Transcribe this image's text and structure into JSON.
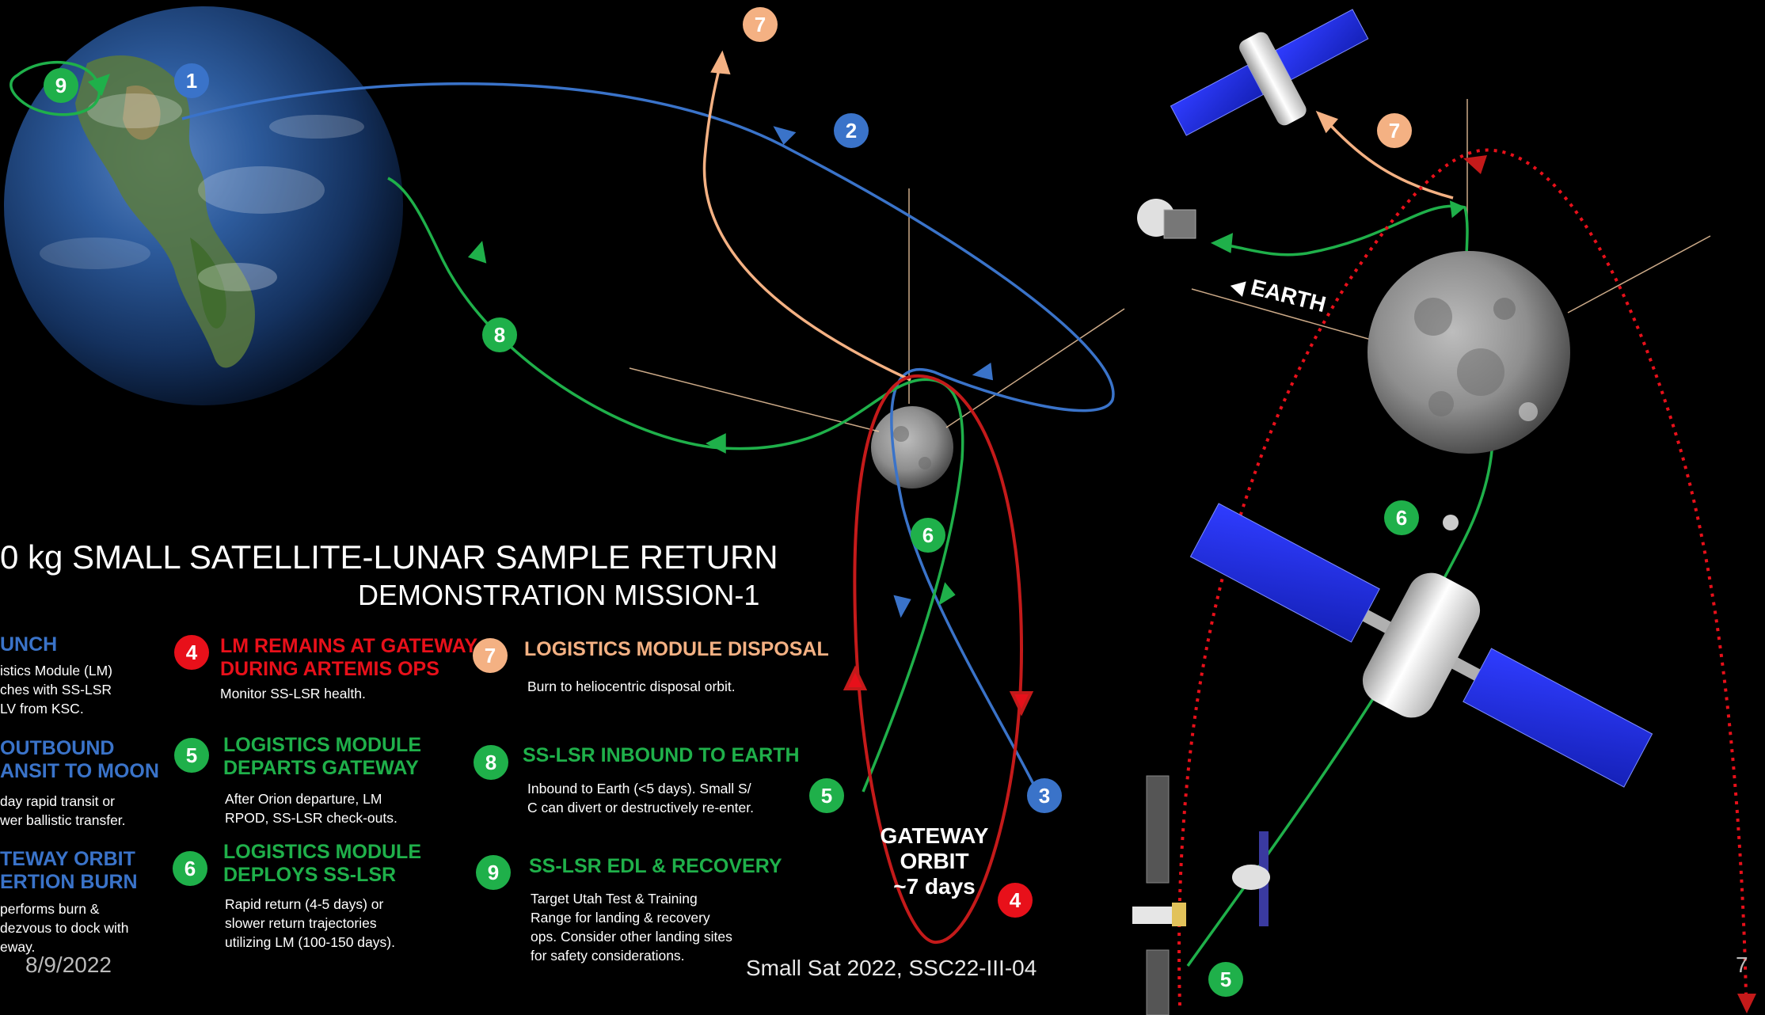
{
  "title": {
    "line1": "0 kg SMALL SATELLITE-LUNAR SAMPLE RETURN",
    "line2": "DEMONSTRATION MISSION-1"
  },
  "colors": {
    "blue": "#3a73c9",
    "green": "#1fb04a",
    "red": "#e8101a",
    "peach": "#f4b183",
    "orbitRed": "#c41a1a"
  },
  "steps": [
    {
      "n": "1",
      "color": "#3a73c9",
      "header": "UNCH",
      "body": "istics Module (LM)\nches with SS-LSR\nLV from KSC."
    },
    {
      "n": "2",
      "color": "#3a73c9",
      "header": "OUTBOUND\nANSIT TO MOON",
      "body": "day rapid transit or\nwer ballistic transfer."
    },
    {
      "n": "3",
      "color": "#3a73c9",
      "header": "TEWAY ORBIT\nERTION BURN",
      "body": "performs burn &\ndezvous to dock with\neway."
    },
    {
      "n": "4",
      "color": "#e8101a",
      "header": "LM REMAINS AT GATEWAY\nDURING ARTEMIS OPS",
      "body": "Monitor SS-LSR health."
    },
    {
      "n": "5",
      "color": "#1fb04a",
      "header": "LOGISTICS MODULE\nDEPARTS GATEWAY",
      "body": "After Orion departure, LM\nRPOD, SS-LSR check-outs."
    },
    {
      "n": "6",
      "color": "#1fb04a",
      "header": "LOGISTICS MODULE\nDEPLOYS SS-LSR",
      "body": "Rapid return (4-5 days) or\nslower return trajectories\nutilizing LM (100-150 days)."
    },
    {
      "n": "7",
      "color": "#f4b183",
      "header": "LOGISTICS MODULE DISPOSAL",
      "body": "Burn to heliocentric disposal orbit."
    },
    {
      "n": "8",
      "color": "#1fb04a",
      "header": "SS-LSR INBOUND TO EARTH",
      "body": "Inbound to Earth (<5 days). Small S/\nC can divert or destructively re-enter."
    },
    {
      "n": "9",
      "color": "#1fb04a",
      "header": "SS-LSR EDL & RECOVERY",
      "body": "Target Utah Test & Training\nRange for landing & recovery\nops. Consider other landing sites\nfor safety considerations."
    }
  ],
  "gateway_label": "GATEWAY\nORBIT\n~7 days",
  "earth_direction_label": "EARTH",
  "footer": {
    "date": "8/9/2022",
    "conference": "Small Sat 2022, SSC22-III-04",
    "page": "7"
  },
  "icons": [
    "earth-image",
    "moon-image",
    "gateway-station",
    "logistics-module",
    "ss-lsr-capsule",
    "orion-capsule"
  ]
}
